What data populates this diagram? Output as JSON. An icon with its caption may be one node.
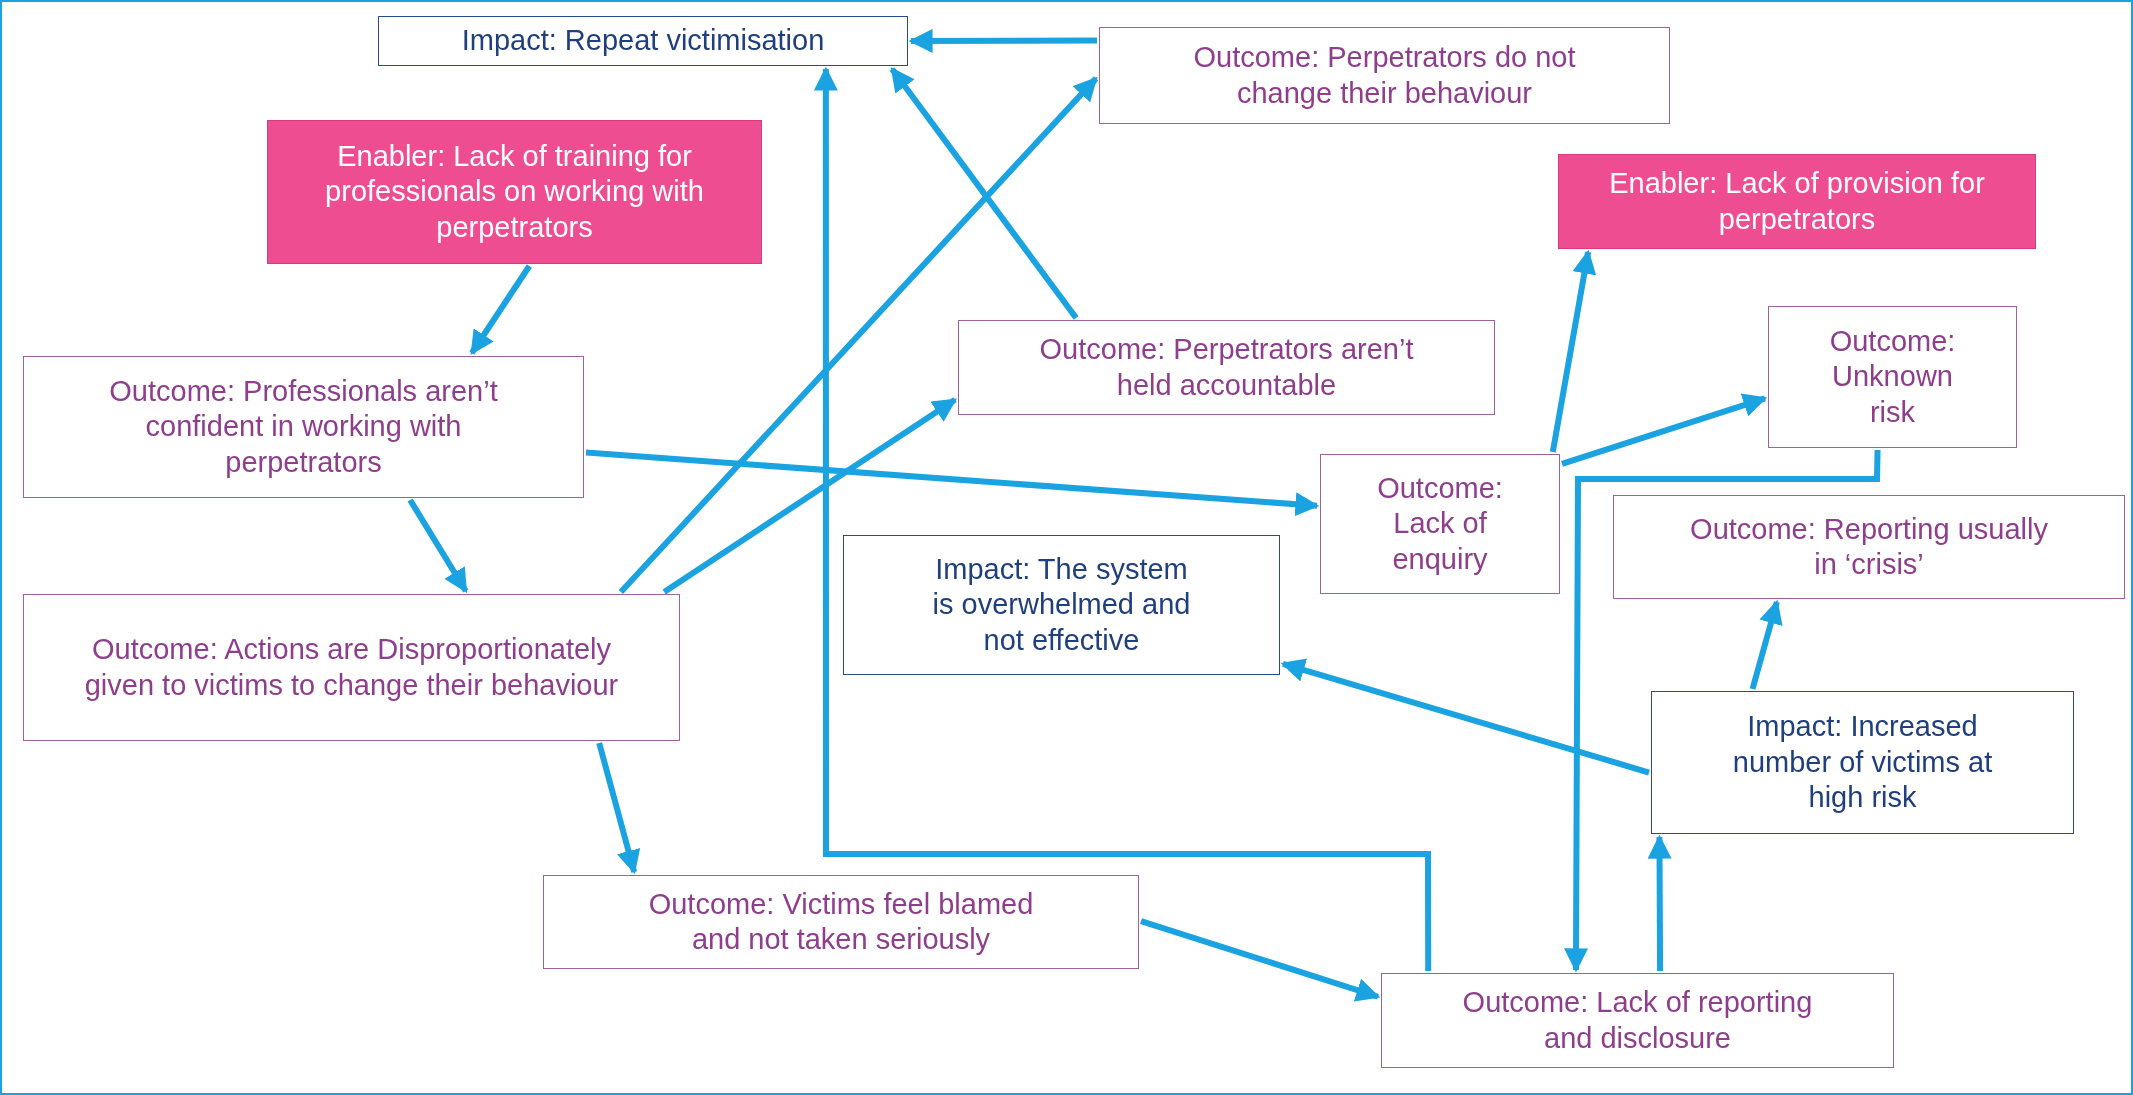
{
  "diagram": {
    "nodes": [
      {
        "text": [
          "Impact: Repeat victimisation"
        ]
      },
      {
        "text": [
          "Outcome: Perpetrators do not change their behaviour"
        ]
      },
      {
        "text": [
          "Enabler: Lack of training for professionals on working with perpetrators"
        ]
      },
      {
        "text": [
          "Enabler: Lack of provision for perpetrators"
        ]
      },
      {
        "text": [
          "Outcome: Perpetrators aren’t held accountable"
        ]
      },
      {
        "text": [
          "Outcome: Unknown risk"
        ]
      },
      {
        "text": [
          "Outcome: Professionals aren’t confident in working with perpetrators"
        ]
      },
      {
        "text": [
          "Outcome: Lack of enquiry"
        ]
      },
      {
        "text": [
          "Outcome: Reporting usually in ‘crisis’"
        ]
      },
      {
        "text": [
          "Impact: The system is overwhelmed and not effective"
        ]
      },
      {
        "text": [
          "Outcome: Actions are Disproportionately given to victims to change their behaviour"
        ]
      },
      {
        "text": [
          "Impact: Increased number of victims at high risk"
        ]
      },
      {
        "text": [
          "Outcome: Victims feel blamed and not taken seriously"
        ]
      },
      {
        "text": [
          "Outcome: Lack of reporting and disclosure"
        ]
      }
    ],
    "edges": [
      {
        "from": 1,
        "to": 0,
        "arrow": "to"
      },
      {
        "from": 2,
        "to": 6,
        "arrow": "to"
      },
      {
        "from": 10,
        "to": 1,
        "arrow": "to"
      },
      {
        "from": 4,
        "to": 0,
        "arrow": "to"
      },
      {
        "from": 10,
        "to": 4,
        "arrow": "to"
      },
      {
        "from": 6,
        "to": 7,
        "arrow": "to"
      },
      {
        "from": 6,
        "to": 10,
        "arrow": "to"
      },
      {
        "from": 7,
        "to": 3,
        "arrow": "to"
      },
      {
        "from": 7,
        "to": 5,
        "arrow": "to"
      },
      {
        "from": 5,
        "to": 13,
        "arrow": "to"
      },
      {
        "from": 13,
        "to": 0,
        "arrow": "to"
      },
      {
        "from": 10,
        "to": 12,
        "arrow": "to"
      },
      {
        "from": 12,
        "to": 13,
        "arrow": "to"
      },
      {
        "from": 11,
        "to": 9,
        "arrow": "to"
      },
      {
        "from": 11,
        "to": 8,
        "arrow": "to"
      },
      {
        "from": 13,
        "to": 11,
        "arrow": "to"
      }
    ]
  }
}
